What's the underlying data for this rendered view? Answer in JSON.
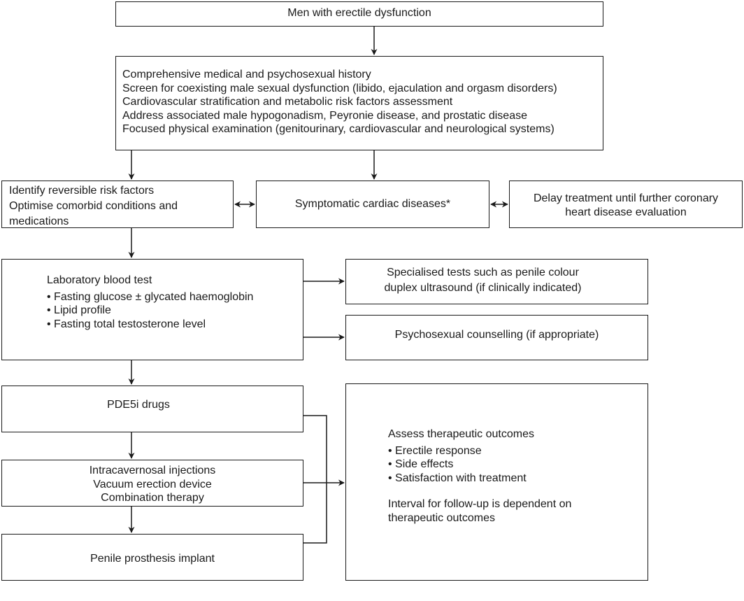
{
  "nodes": {
    "start": {
      "lines": [
        "Men with erectile dysfunction"
      ]
    },
    "history": {
      "lines": [
        "Comprehensive medical and psychosexual history",
        "Screen for coexisting male sexual dysfunction (libido, ejaculation and orgasm disorders)",
        "Cardiovascular stratification and metabolic risk factors assessment",
        "Address associated male hypogonadism, Peyronie disease, and prostatic disease",
        "Focused physical examination (genitourinary, cardiovascular and neurological systems)"
      ]
    },
    "reversible": {
      "lines": [
        "Identify reversible risk factors",
        "Optimise comorbid conditions and",
        "medications"
      ]
    },
    "cardiac": {
      "lines": [
        "Symptomatic cardiac diseases*"
      ]
    },
    "delay": {
      "lines": [
        "Delay treatment until further coronary",
        "heart disease evaluation"
      ]
    },
    "labs": {
      "title": "Laboratory blood test",
      "items": [
        "• Fasting glucose ± glycated haemoglobin",
        "• Lipid profile",
        "• Fasting total testosterone level"
      ]
    },
    "specialised": {
      "lines": [
        "Specialised tests such as penile colour",
        "duplex ultrasound (if clinically indicated)"
      ]
    },
    "psycho": {
      "lines": [
        "Psychosexual counselling (if appropriate)"
      ]
    },
    "pde5": {
      "lines": [
        "PDE5i drugs"
      ]
    },
    "second_line": {
      "lines": [
        "Intracavernosal injections",
        "Vacuum erection device",
        "Combination therapy"
      ]
    },
    "prosthesis": {
      "lines": [
        "Penile prosthesis implant"
      ]
    },
    "outcomes": {
      "title": "Assess therapeutic outcomes",
      "items": [
        "• Erectile response",
        "• Side effects",
        "• Satisfaction with treatment"
      ],
      "note": [
        "Interval for follow-up is dependent on",
        "therapeutic outcomes"
      ]
    }
  }
}
